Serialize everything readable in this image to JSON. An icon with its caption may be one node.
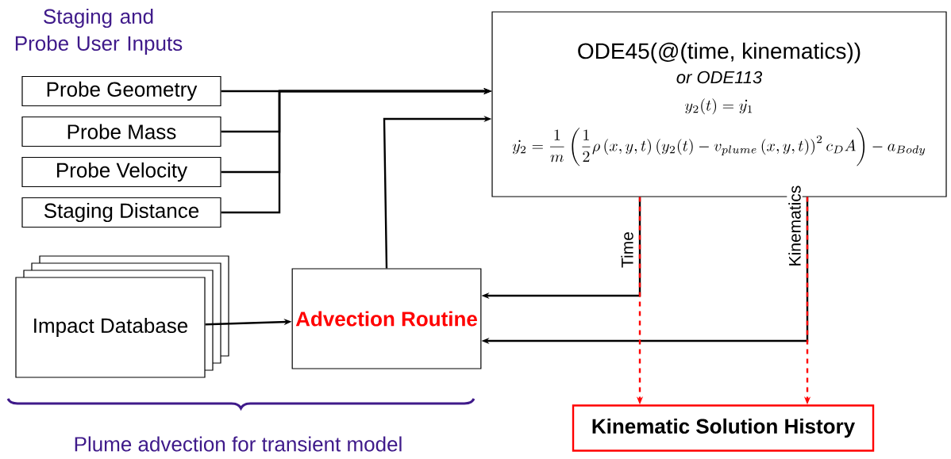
{
  "diagram": {
    "nodes": [
      {
        "text": [
          "Probe Geometry"
        ]
      },
      {
        "text": [
          "Probe Mass"
        ]
      },
      {
        "text": [
          "Probe Velocity"
        ]
      },
      {
        "text": [
          "Staging Distance"
        ]
      },
      {
        "text": [
          "ODE45(@(time, kinematics))",
          "or ODE113",
          "y_2(t) = \\dot{y_1}",
          "\\dot{y_2} = \\frac{1}{m}\\left(\\frac{1}{2}\\rho\\left(x,y,t\\right)\\left(y_2(t)-v_{plume}\\left(x,y,t\\right)\\right)^2 c_D A\\right) - a_{Body}"
        ]
      },
      {
        "text": [
          "Impact Database"
        ]
      },
      {
        "text": [
          "Advection Routine"
        ]
      },
      {
        "text": [
          "Kinematic Solution History"
        ]
      }
    ],
    "edges": [
      {
        "from": 0,
        "to": 4,
        "arrow": "to"
      },
      {
        "from": 1,
        "to": 4,
        "arrow": "to"
      },
      {
        "from": 2,
        "to": 4,
        "arrow": "to"
      },
      {
        "from": 3,
        "to": 4,
        "arrow": "to"
      },
      {
        "from": 6,
        "to": 4,
        "arrow": "to"
      },
      {
        "from": 5,
        "to": 6,
        "arrow": "to"
      },
      {
        "from": 4,
        "to": 6,
        "arrow": "to",
        "label": "Time"
      },
      {
        "from": 4,
        "to": 6,
        "arrow": "to",
        "label": "Kinematics"
      },
      {
        "from": 4,
        "to": 7,
        "arrow": "to",
        "style": "dashed",
        "color": "#ff0000"
      },
      {
        "from": 4,
        "to": 7,
        "arrow": "to",
        "style": "dashed",
        "color": "#ff0000"
      }
    ],
    "labels": [
      "Staging and Probe User Inputs",
      "Plume advection for transient model"
    ]
  }
}
